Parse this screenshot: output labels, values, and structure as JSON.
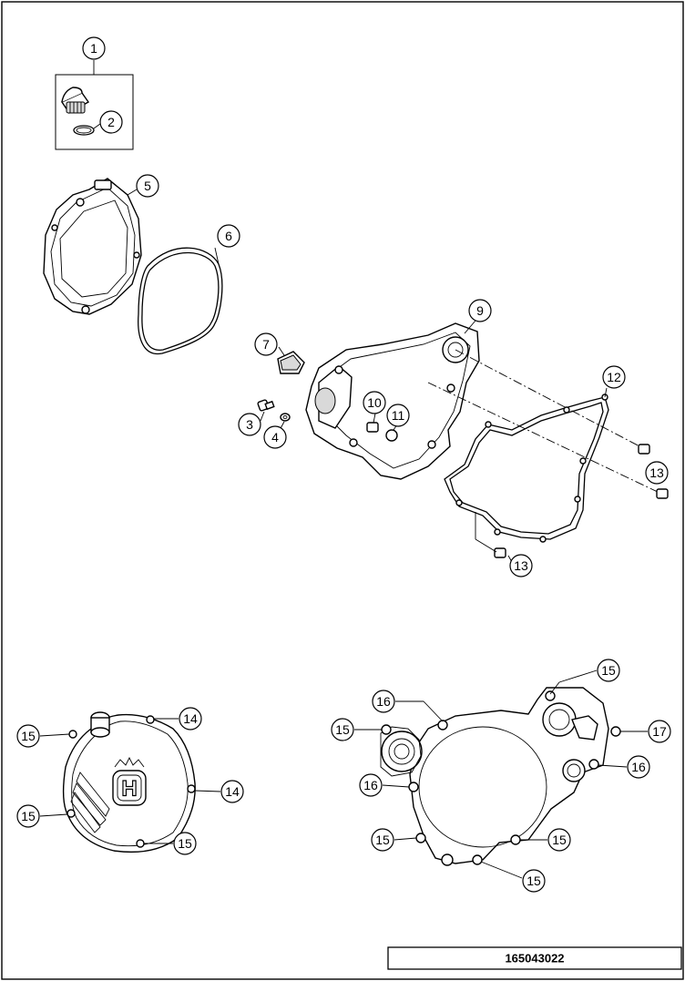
{
  "callouts": {
    "c1": "1",
    "c2": "2",
    "c3": "3",
    "c4": "4",
    "c5": "5",
    "c6": "6",
    "c7": "7",
    "c9": "9",
    "c10": "10",
    "c11": "11",
    "c12": "12",
    "c13": "13",
    "c14": "14",
    "c15": "15",
    "c16": "16",
    "c17": "17"
  },
  "logo": {
    "letter": "H"
  },
  "diagram_code": "165043022"
}
